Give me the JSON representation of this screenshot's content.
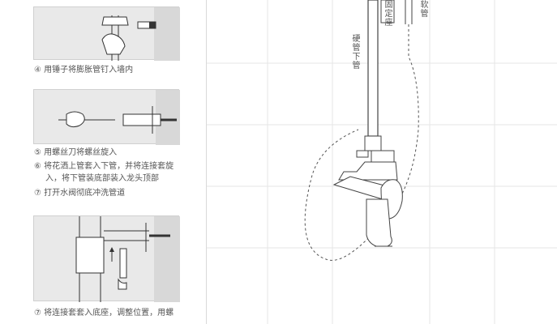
{
  "steps": {
    "s4": "④ 用锤子将膨胀管钉入墙内",
    "s5": "⑤ 用螺丝刀将螺丝旋入",
    "s6a": "⑥ 将花洒上管套入下管，并将连接套旋",
    "s6b": "入，将下管装底部装入龙头顶部",
    "s7": "⑦ 打开水阀彻底冲洗管道",
    "s8": "⑦ 将连接套套入底座，调整位置，用螺"
  },
  "labels": {
    "fixed_seat": "固定座",
    "hose": "软管",
    "hard_pipe": "硬管下管"
  }
}
